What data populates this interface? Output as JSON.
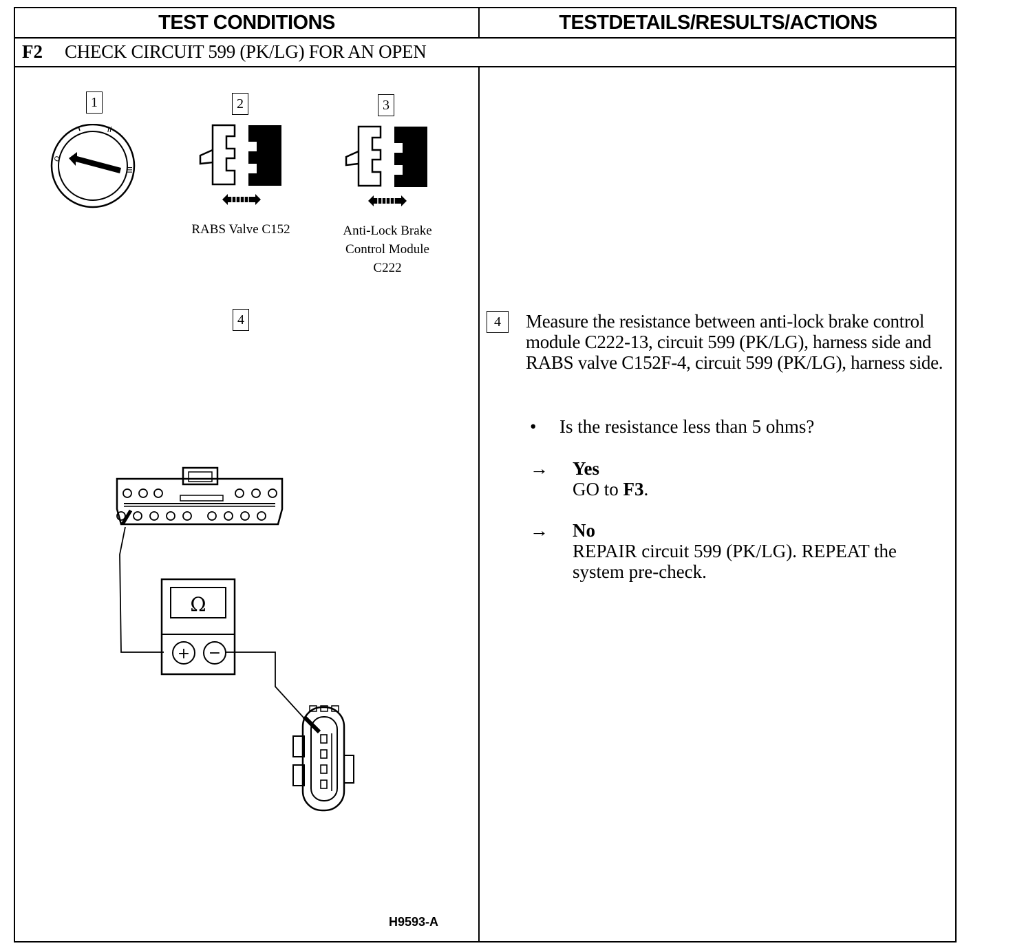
{
  "header": {
    "left": "TEST CONDITIONS",
    "right": "TESTDETAILS/RESULTS/ACTIONS"
  },
  "step": {
    "id": "F2",
    "title": "CHECK CIRCUIT 599 (PK/LG) FOR AN OPEN"
  },
  "callouts": [
    "1",
    "2",
    "3",
    "4"
  ],
  "captions": {
    "c2": "RABS Valve C152",
    "c3_l1": "Anti-Lock Brake",
    "c3_l2": "Control Module",
    "c3_l3": "C222"
  },
  "meter_symbol": "Ω",
  "meter_plus": "+",
  "meter_minus": "−",
  "details": {
    "step_ref": "4",
    "instruction": "Measure the resistance between anti-lock brake control module C222-13, circuit 599 (PK/LG), harness side and RABS valve C152F-4, circuit 599 (PK/LG), harness side.",
    "bullet": "•",
    "question": "Is the resistance less than 5 ohms?",
    "arrow": "→",
    "yes_label": "Yes",
    "yes_action_prefix": "GO to ",
    "yes_action_target": "F3",
    "yes_action_suffix": ".",
    "no_label": "No",
    "no_action": "REPAIR circuit 599 (PK/LG). REPEAT the system pre-check."
  },
  "figure_code": "H9593-A"
}
